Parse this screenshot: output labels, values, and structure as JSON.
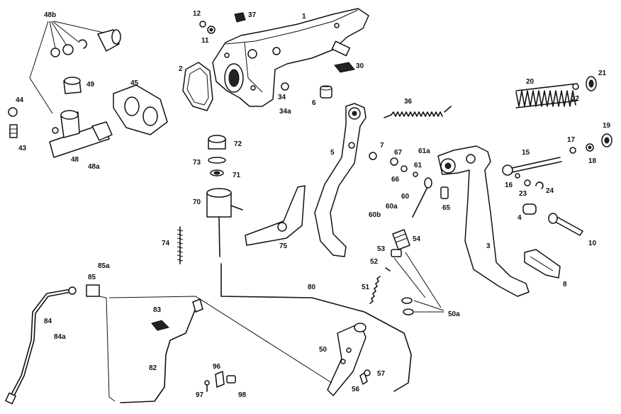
{
  "labels": {
    "l1": "1",
    "l2": "2",
    "l3": "3",
    "l4": "4",
    "l5": "5",
    "l6": "6",
    "l7": "7",
    "l8": "8",
    "l10": "10",
    "l11": "11",
    "l12": "12",
    "l15": "15",
    "l16": "16",
    "l17": "17",
    "l18": "18",
    "l19": "19",
    "l20": "20",
    "l21": "21",
    "l22": "22",
    "l23": "23",
    "l24": "24",
    "l30": "30",
    "l34": "34",
    "l34a": "34a",
    "l36": "36",
    "l37": "37",
    "l43": "43",
    "l44": "44",
    "l45": "45",
    "l48": "48",
    "l48a": "48a",
    "l48b": "48b",
    "l49": "49",
    "l50": "50",
    "l50a": "50a",
    "l51": "51",
    "l52": "52",
    "l53": "53",
    "l54": "54",
    "l56": "56",
    "l57": "57",
    "l60": "60",
    "l60a": "60a",
    "l60b": "60b",
    "l61": "61",
    "l61a": "61a",
    "l65": "65",
    "l66": "66",
    "l67": "67",
    "l70": "70",
    "l71": "71",
    "l72": "72",
    "l73": "73",
    "l74": "74",
    "l75": "75",
    "l80": "80",
    "l82": "82",
    "l83": "83",
    "l84": "84",
    "l84a": "84a",
    "l85": "85",
    "l85a": "85a",
    "l96": "96",
    "l97": "97",
    "l98": "98"
  },
  "colors": {
    "ink": "#111111",
    "paper": "#ffffff"
  }
}
